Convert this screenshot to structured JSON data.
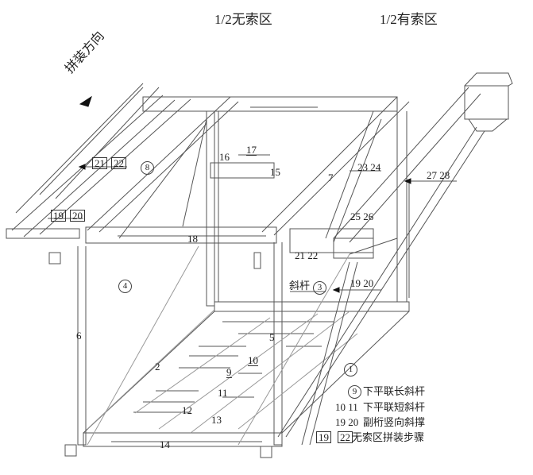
{
  "header": {
    "no_cable_zone": "1/2无索区",
    "cable_zone": "1/2有索区"
  },
  "direction": {
    "label": "拼装方向"
  },
  "members": {
    "m1": "1",
    "m2": "2",
    "m3": "3",
    "m4": "4",
    "m5": "5",
    "m6": "6",
    "m7": "7",
    "m8": "8",
    "m9": "9",
    "m10": "10",
    "m11": "11",
    "m12": "12",
    "m13": "13",
    "m14": "14",
    "m15": "15",
    "m16": "16",
    "m17": "17",
    "m18": "18",
    "m19_20": "19 20",
    "m21_22_upper": [
      "21",
      "22"
    ],
    "m21_22_lower": "21 22",
    "m19_20_boxed": [
      "19",
      "20"
    ],
    "m23_24": "23 24",
    "m25_26": "25 26",
    "m27_28": "27 28",
    "diag_rod": "斜杆"
  },
  "legend": {
    "row1_num": "9",
    "row1_text": "下平联长斜杆",
    "row2_num": "10 11",
    "row2_text": "下平联短斜杆",
    "row3_num": "19 20",
    "row3_text": "副桁竖向斜撑",
    "row4_num_a": "19",
    "row4_num_b": "22",
    "row4_text": "无索区拼装步骤"
  }
}
